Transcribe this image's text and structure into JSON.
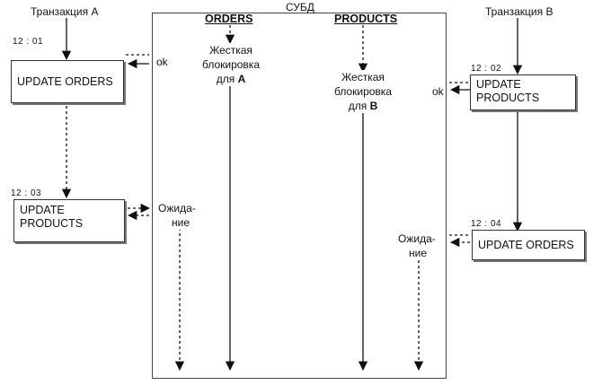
{
  "dbms": {
    "title": "СУБД"
  },
  "columns": {
    "orders": "ORDERS",
    "products": "PRODUCTS"
  },
  "transactions": {
    "a": {
      "label": "Транзакция А",
      "time1": "12 : 01",
      "step1": "UPDATE ORDERS",
      "time2": "12 : 03",
      "step2_line1": "UPDATE",
      "step2_line2": "PRODUCTS"
    },
    "b": {
      "label": "Транзакция В",
      "time1": "12 : 02",
      "step1_line1": "UPDATE",
      "step1_line2": "PRODUCTS",
      "time2": "12 : 04",
      "step2": "UPDATE ORDERS"
    }
  },
  "locks": {
    "a": {
      "line1": "Жесткая",
      "line2": "блокировка",
      "line3": "для",
      "owner": "A"
    },
    "b": {
      "line1": "Жесткая",
      "line2": "блокировка",
      "line3": "для",
      "owner": "B"
    }
  },
  "responses": {
    "ok": "ok",
    "wait_line1": "Ожида-",
    "wait_line2": "ние"
  }
}
